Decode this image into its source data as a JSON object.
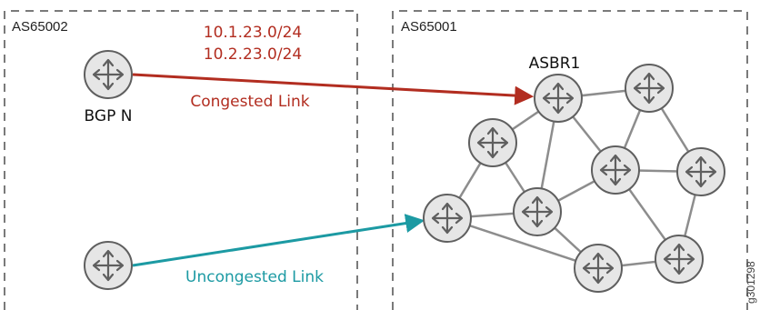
{
  "colors": {
    "congested": "#b22d20",
    "uncongested": "#1c9aa3",
    "boundary": "#7a7a7a",
    "mesh_line": "#8d8d8d",
    "router_fill": "#e6e6e6",
    "router_stroke": "#5f5f5f"
  },
  "as_left": {
    "label": "AS65002"
  },
  "as_right": {
    "label": "AS65001"
  },
  "prefixes": [
    "10.1.23.0/24",
    "10.2.23.0/24"
  ],
  "routers": {
    "bgp_n": {
      "label": "BGP N",
      "icon": "router-icon"
    },
    "asbr1": {
      "label": "ASBR1",
      "icon": "router-icon"
    }
  },
  "links": {
    "congested": {
      "label": "Congested Link"
    },
    "uncongested": {
      "label": "Uncongested Link"
    }
  },
  "figure_id": "g301298"
}
